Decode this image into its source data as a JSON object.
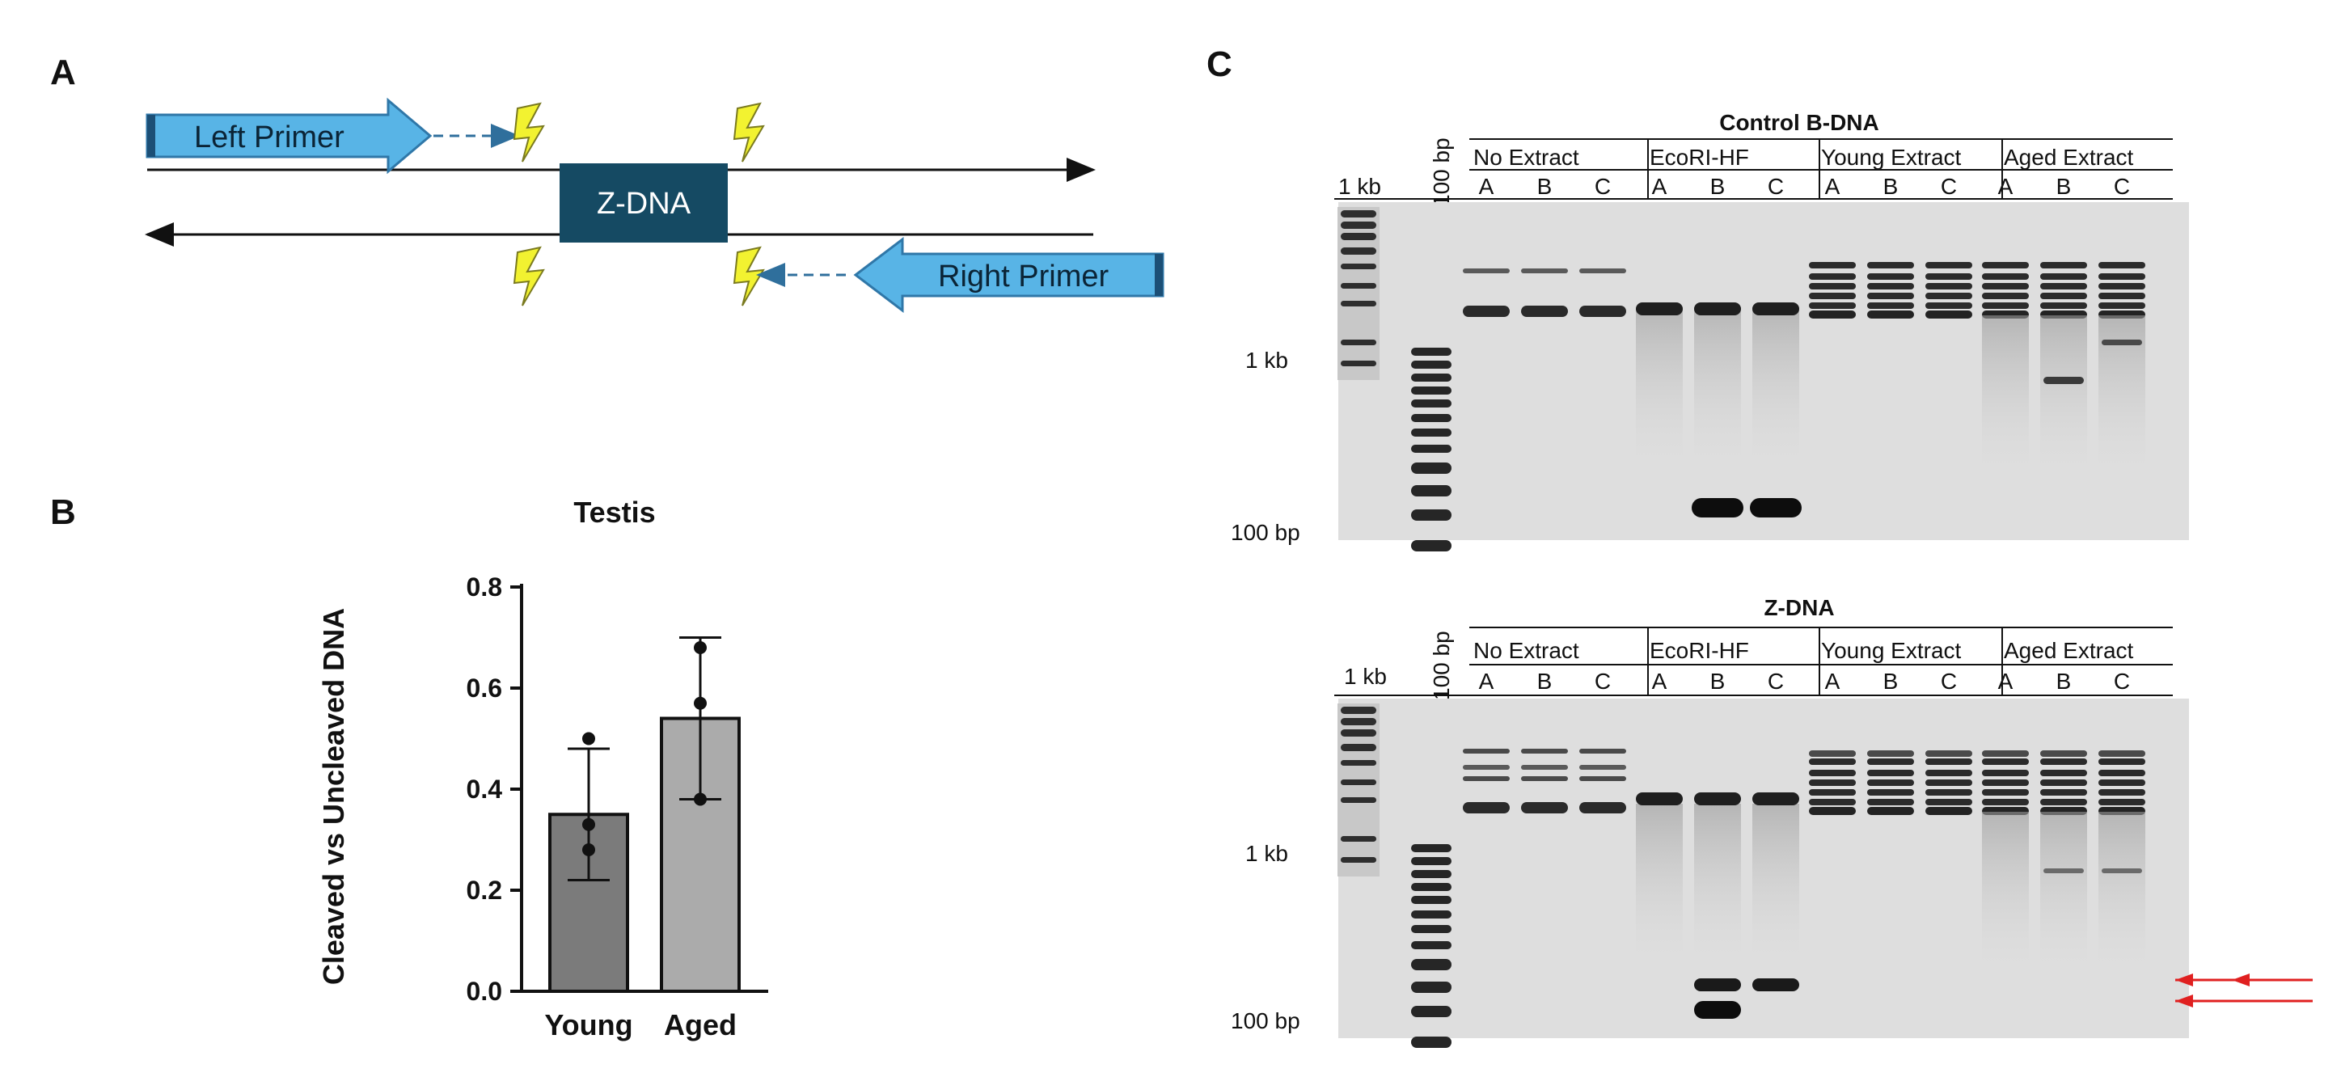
{
  "panels": {
    "a": {
      "letter": "A",
      "left_primer": "Left Primer",
      "right_primer": "Right Primer",
      "zdna_box": "Z-DNA"
    },
    "b": {
      "letter": "B"
    },
    "c": {
      "letter": "C",
      "top_gel": {
        "title": "Control  B-DNA",
        "marker_1kb": "1 kb",
        "marker_100bp": "100 bp",
        "side_1kb": "1 kb",
        "side_100bp": "100 bp",
        "groups": [
          "No Extract",
          "EcoRI-HF",
          "Young Extract",
          "Aged Extract"
        ],
        "lanes": [
          "A",
          "B",
          "C",
          "A",
          "B",
          "C",
          "A",
          "B",
          "C",
          "A",
          "B",
          "C"
        ]
      },
      "bottom_gel": {
        "title": "Z-DNA",
        "marker_1kb": "1 kb",
        "marker_100bp": "100 bp",
        "side_1kb": "1 kb",
        "side_100bp": "100 bp",
        "groups": [
          "No Extract",
          "EcoRI-HF",
          "Young Extract",
          "Aged Extract"
        ],
        "lanes": [
          "A",
          "B",
          "C",
          "A",
          "B",
          "C",
          "A",
          "B",
          "C",
          "A",
          "B",
          "C"
        ]
      }
    }
  },
  "colors": {
    "primer_fill": "#58b4e6",
    "primer_stroke": "#2f77a8",
    "zdna_box": "#154a63",
    "lightning": "#f2f230",
    "bar_young": "#7b7b7b",
    "bar_aged": "#ababab",
    "red_arrow": "#e02020"
  },
  "chart_data": {
    "type": "bar",
    "title": "Testis",
    "ylabel": "Cleaved vs Uncleaved DNA",
    "xlabel": "",
    "categories": [
      "Young",
      "Aged"
    ],
    "values": [
      0.35,
      0.54
    ],
    "error_low": [
      0.22,
      0.38
    ],
    "error_high": [
      0.48,
      0.7
    ],
    "points": [
      [
        0.5,
        0.33,
        0.28
      ],
      [
        0.68,
        0.57,
        0.38
      ]
    ],
    "ylim": [
      0,
      0.8
    ],
    "yticks": [
      "0.0",
      "0.2",
      "0.4",
      "0.6",
      "0.8"
    ],
    "grid": false,
    "legend": "none"
  }
}
